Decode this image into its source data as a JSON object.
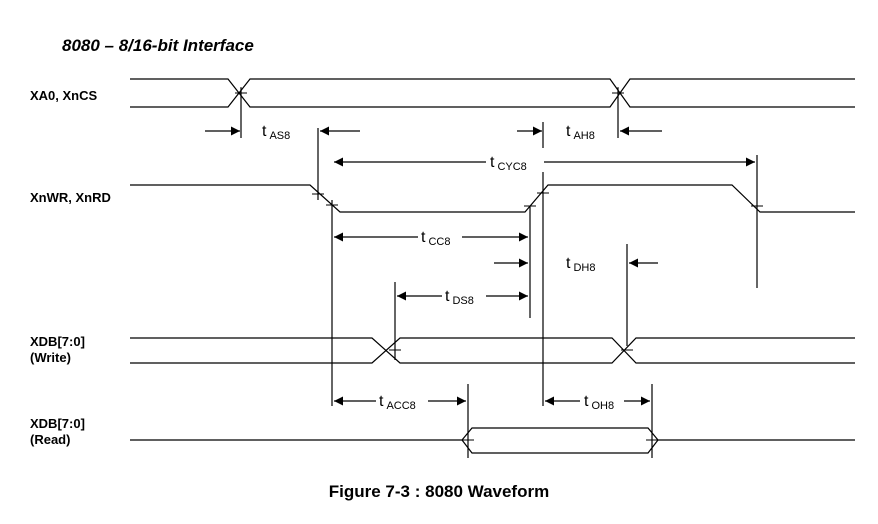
{
  "title": "8080 – 8/16-bit Interface",
  "caption": "Figure 7-3 : 8080 Waveform",
  "signals": [
    {
      "id": "xa0",
      "lines": [
        "XA0, XnCS"
      ]
    },
    {
      "id": "xnwr",
      "lines": [
        "XnWR, XnRD"
      ]
    },
    {
      "id": "xdbw",
      "lines": [
        "XDB[7:0]",
        "(Write)"
      ]
    },
    {
      "id": "xdbr",
      "lines": [
        "XDB[7:0]",
        "(Read)"
      ]
    }
  ],
  "timings": {
    "tas8": {
      "t": "t",
      "sub": "AS8"
    },
    "tah8": {
      "t": "t",
      "sub": "AH8"
    },
    "tcyc8": {
      "t": "t",
      "sub": "CYC8"
    },
    "tcc8": {
      "t": "t",
      "sub": "CC8"
    },
    "tdh8": {
      "t": "t",
      "sub": "DH8"
    },
    "tds8": {
      "t": "t",
      "sub": "DS8"
    },
    "tacc8": {
      "t": "t",
      "sub": "ACC8"
    },
    "toh8": {
      "t": "t",
      "sub": "OH8"
    }
  }
}
